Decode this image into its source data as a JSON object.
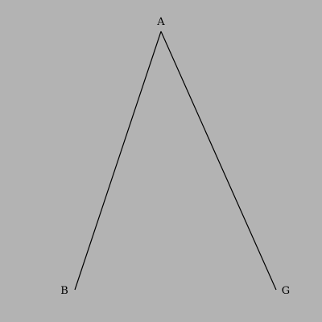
{
  "background_color": "#b3b3b3",
  "line_color": "#000000",
  "points": [
    {
      "id": "A",
      "label": "A"
    },
    {
      "id": "B",
      "label": "B"
    },
    {
      "id": "G",
      "label": "G"
    }
  ],
  "segments": [
    {
      "from": "A",
      "to": "B"
    },
    {
      "from": "A",
      "to": "G"
    }
  ]
}
